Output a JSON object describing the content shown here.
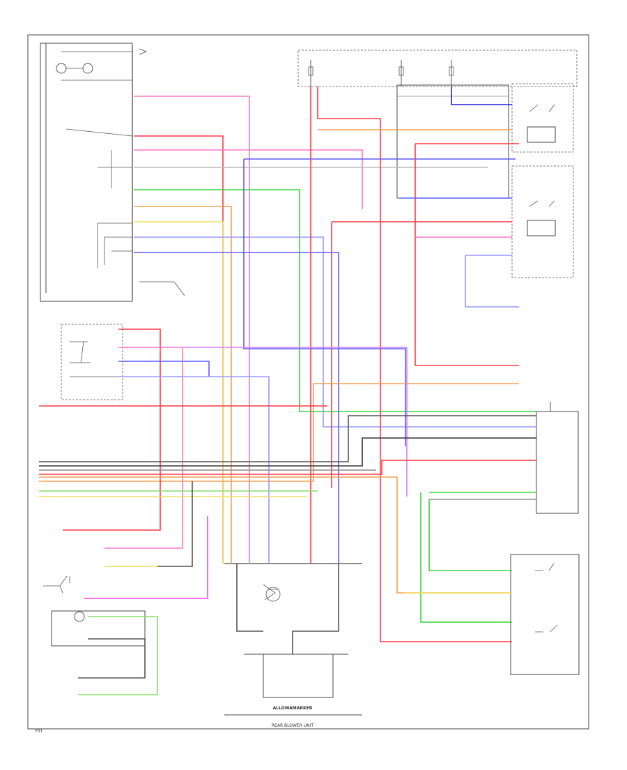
{
  "labels": {
    "footer_title": "ALLOWAMARKER",
    "footer_sub": "REAR BLOWER UNIT",
    "code": "Y01"
  },
  "colors": {
    "black": "#333333",
    "gray": "#8a8a8a",
    "red": "#ff3a46",
    "pink": "#ff77c8",
    "magenta": "#ee44ee",
    "green": "#38d338",
    "lightgreen": "#88dd66",
    "yellow": "#f0e060",
    "orange": "#f4a050",
    "blue": "#5b5bff",
    "darkblue": "#2222dd",
    "lightblue": "#9898ff",
    "violet": "#d080ff"
  }
}
